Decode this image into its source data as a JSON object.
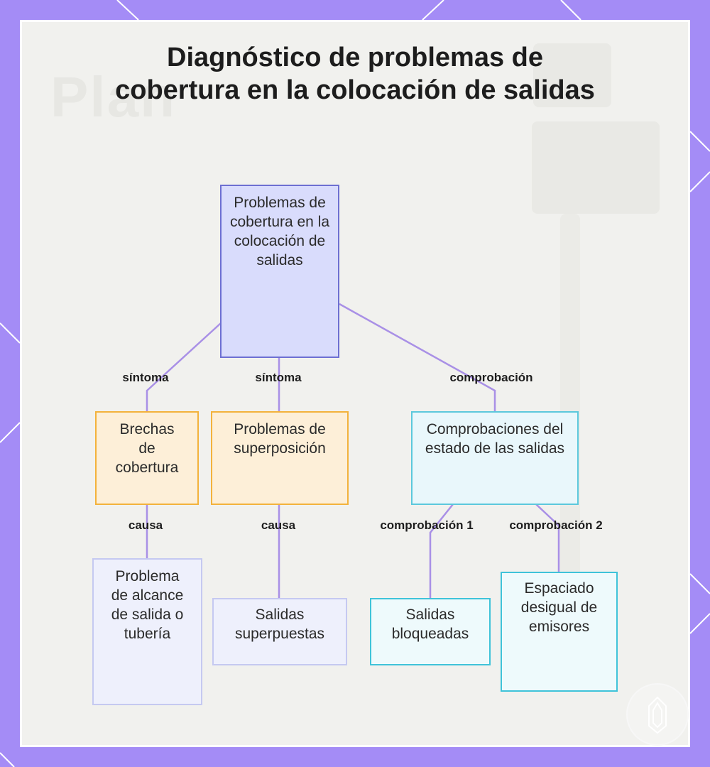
{
  "title": "Diagnóstico de problemas de cobertura en la colocación de salidas",
  "background_watermark_text": "Plan",
  "nodes": {
    "root": "Problemas de cobertura en la colocación de salidas",
    "brechas": "Brechas de cobertura",
    "superposicion": "Problemas de superposición",
    "comprobaciones": "Comprobaciones del estado de las salidas",
    "alcance": "Problema de alcance de salida o tubería",
    "superpuestas": "Salidas superpuestas",
    "bloqueadas": "Salidas bloqueadas",
    "espaciado": "Espaciado desigual de emisores"
  },
  "edges": {
    "sintoma_1": "síntoma",
    "sintoma_2": "síntoma",
    "comprobacion": "comprobación",
    "causa_1": "causa",
    "causa_2": "causa",
    "comprobacion_1": "comprobación 1",
    "comprobacion_2": "comprobación 2"
  },
  "colors": {
    "frame": "#a48cf6",
    "edge": "#a990e6",
    "root_fill": "#d9dcfc",
    "root_border": "#6d6fd2",
    "symptom_fill": "#fdefd8",
    "symptom_border": "#f3b23c",
    "check_fill": "#e9f7fb",
    "check_border": "#5cc8dc"
  }
}
